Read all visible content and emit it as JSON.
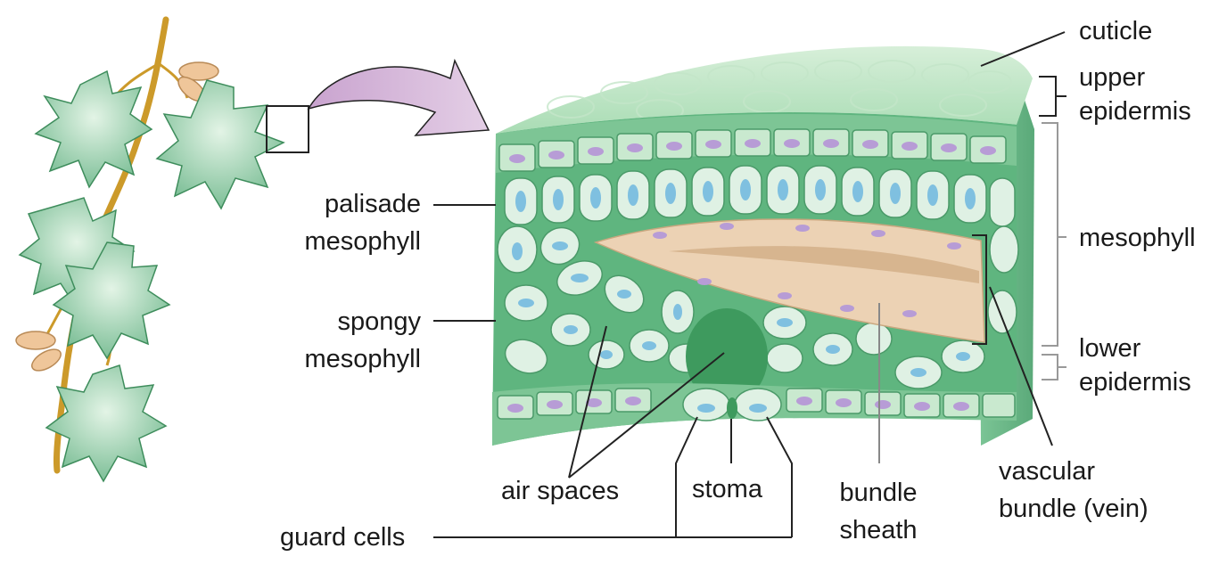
{
  "labels": {
    "cuticle": "cuticle",
    "upper_epidermis": [
      "upper",
      "epidermis"
    ],
    "mesophyll": "mesophyll",
    "lower_epidermis": [
      "lower",
      "epidermis"
    ],
    "palisade_mesophyll": [
      "palisade",
      "mesophyll"
    ],
    "spongy_mesophyll": [
      "spongy",
      "mesophyll"
    ],
    "air_spaces": "air spaces",
    "stoma": "stoma",
    "bundle_sheath": [
      "bundle",
      "sheath"
    ],
    "vascular_bundle": [
      "vascular",
      "bundle (vein)"
    ],
    "guard_cells": "guard cells"
  },
  "colors": {
    "leaf_green": "#8fcca6",
    "leaf_dark": "#3e8d5c",
    "stem": "#cc9a2a",
    "tissue_green": "#5fb57f",
    "cell_fill": "#dff1e4",
    "chloroplast": "#7fc0e0",
    "nucleus": "#b79cd6",
    "bundle_sheath": "#ecd2b4",
    "arrow": "#d8b9dc",
    "line": "#222222"
  }
}
